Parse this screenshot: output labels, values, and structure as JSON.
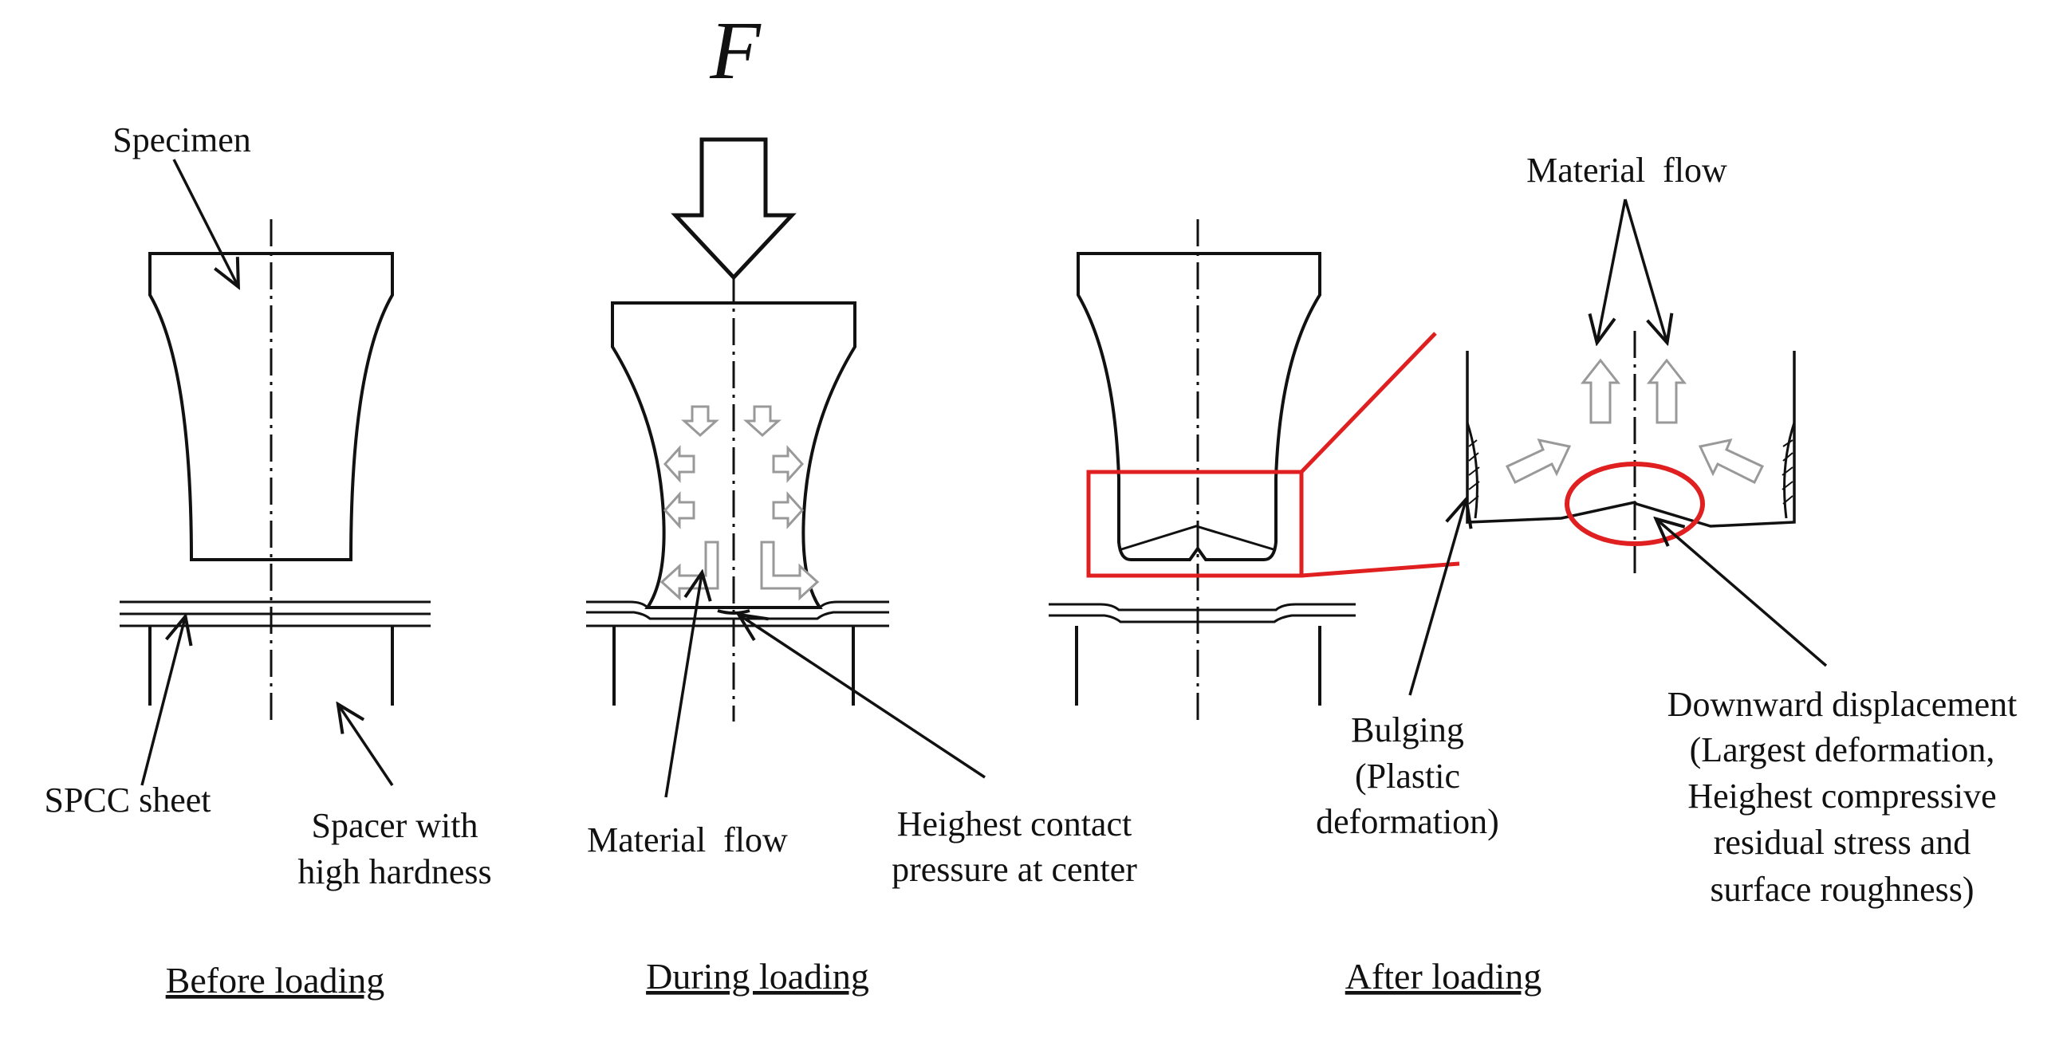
{
  "force_symbol": "F",
  "before": {
    "specimen_label": "Specimen",
    "sheet_label": "SPCC sheet",
    "spacer_label_line1": "Spacer with",
    "spacer_label_line2": "high hardness",
    "caption": "Before loading"
  },
  "during": {
    "flow_label": "Material  flow",
    "pressure_label_line1": "Heighest contact",
    "pressure_label_line2": "pressure at center",
    "caption": "During loading"
  },
  "after": {
    "flow_label": "Material  flow",
    "bulging_line1": "Bulging",
    "bulging_line2": "(Plastic",
    "bulging_line3": "deformation)",
    "displacement_line1": "Downward displacement",
    "displacement_line2": "(Largest deformation,",
    "displacement_line3": "Heighest compressive",
    "displacement_line4": "residual stress and",
    "displacement_line5": "surface roughness)",
    "caption": "After loading"
  },
  "colors": {
    "line": "#111111",
    "highlight": "#e02020"
  }
}
